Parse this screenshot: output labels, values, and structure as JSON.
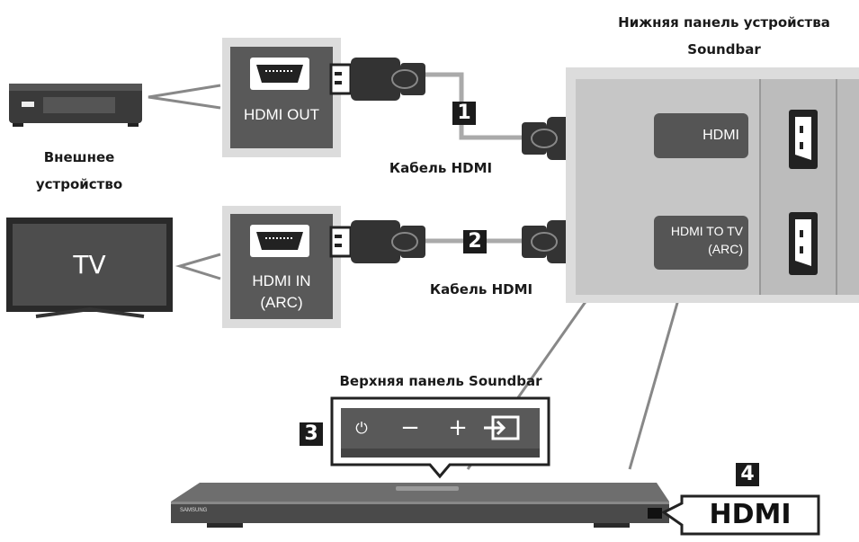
{
  "labels": {
    "bottom_panel": "Нижняя панель устройства\nSoundbar",
    "external_device": "Внешнее\nустройство",
    "cable1": "Кабель HDMI",
    "cable2": "Кабель HDMI",
    "top_panel": "Верхняя панель Soundbar"
  },
  "ports": {
    "hdmi_out": "HDMI OUT",
    "hdmi_in_line1": "HDMI IN",
    "hdmi_in_line2": "(ARC)",
    "soundbar_hdmi": "HDMI",
    "soundbar_tv_line1": "HDMI TO TV",
    "soundbar_tv_line2": "(ARC)"
  },
  "tv_text": "TV",
  "brand": "SAMSUNG",
  "display": "HDMI",
  "steps": [
    "1",
    "2",
    "3",
    "4"
  ],
  "buttons": {
    "power": "⏻",
    "minus": "−",
    "plus": "+",
    "source": "source-icon"
  }
}
